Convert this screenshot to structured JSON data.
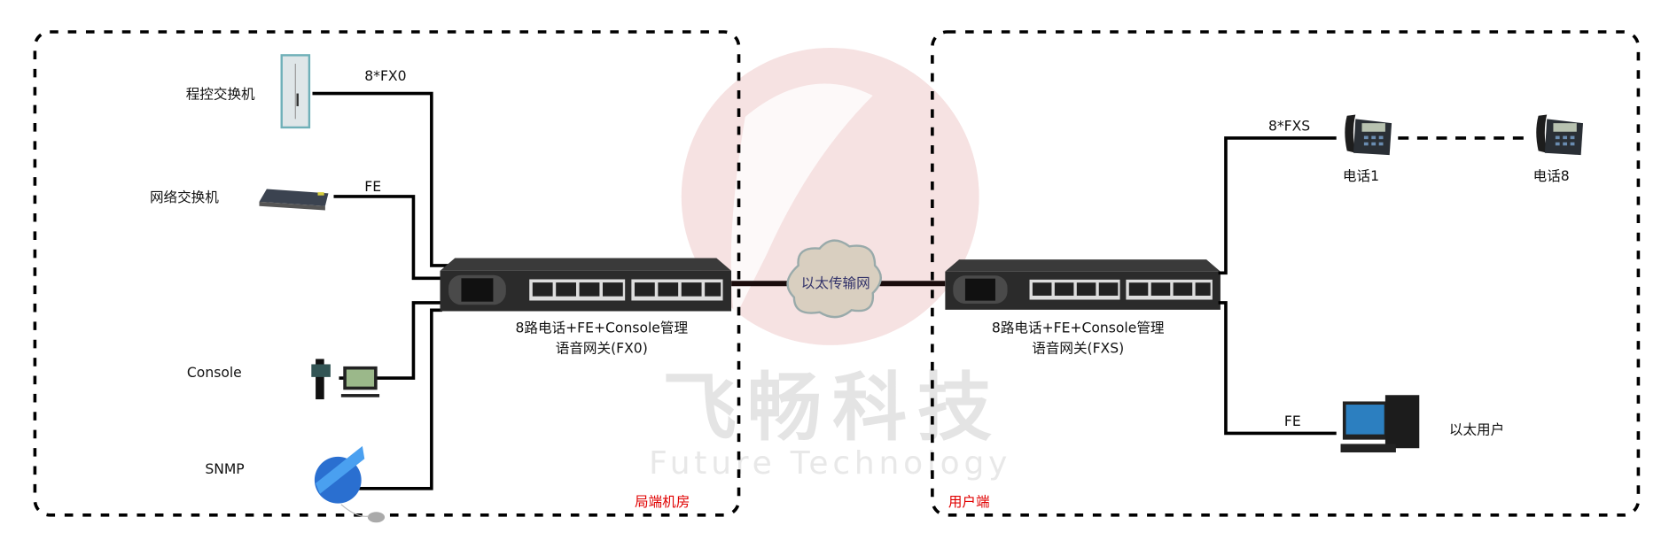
{
  "watermark": {
    "cn": "飞畅科技",
    "en": "Future Technology"
  },
  "colors": {
    "zone_label": "#e00000",
    "watermark_logo": "#f3d8d8",
    "device": "#2b2b2b",
    "cloud": "#d9cfc0"
  },
  "central_office": {
    "zone_label": "局端机房",
    "pbx": {
      "label": "程控交换机",
      "link": "8*FX0",
      "icon": "telecom-cabinet-icon"
    },
    "switch": {
      "label": "网络交换机",
      "link": "FE",
      "icon": "network-switch-icon"
    },
    "console": {
      "label": "Console",
      "icon": "desktop-computer-icon"
    },
    "snmp": {
      "label": "SNMP",
      "icon": "snmp-globe-icon"
    },
    "device": {
      "line1": "8路电话+FE+Console管理",
      "line2": "语音网关(FX0)"
    }
  },
  "network": {
    "label": "以太传输网",
    "icon": "cloud-icon"
  },
  "user_side": {
    "zone_label": "用户端",
    "device": {
      "line1": "8路电话+FE+Console管理",
      "line2": "语音网关(FXS)"
    },
    "phones_link": "8*FXS",
    "phone_first": "电话1",
    "phone_last": "电话8",
    "ethernet_link": "FE",
    "ethernet_user": "以太用户"
  }
}
